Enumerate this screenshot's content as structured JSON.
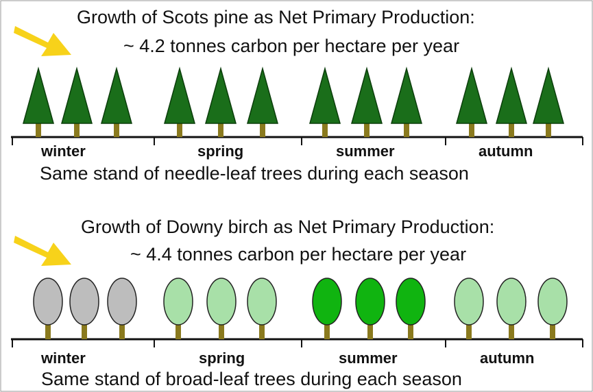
{
  "panels": [
    {
      "title": "Growth of Scots pine as Net Primary Production:",
      "subtitle": "~ 4.2 tonnes carbon per hectare per year",
      "caption": "Same stand of needle-leaf trees during each season",
      "tree_type": "conifer",
      "seasons": [
        {
          "label": "winter",
          "color": "#1a6e1a"
        },
        {
          "label": "spring",
          "color": "#1a6e1a"
        },
        {
          "label": "summer",
          "color": "#1a6e1a"
        },
        {
          "label": "autumn",
          "color": "#1a6e1a"
        }
      ]
    },
    {
      "title": "Growth of Downy birch as Net Primary Production:",
      "subtitle": "~ 4.4 tonnes carbon per hectare per year",
      "caption": "Same stand of broad-leaf trees during each season",
      "tree_type": "broadleaf",
      "seasons": [
        {
          "label": "winter",
          "color": "#bdbdbd"
        },
        {
          "label": "spring",
          "color": "#a8e0a8"
        },
        {
          "label": "summer",
          "color": "#10b410"
        },
        {
          "label": "autumn",
          "color": "#a8e0a8"
        }
      ]
    }
  ],
  "colors": {
    "arrow": "#f7d21a",
    "trunk": "#8a7a1e",
    "ground": "#111111"
  }
}
